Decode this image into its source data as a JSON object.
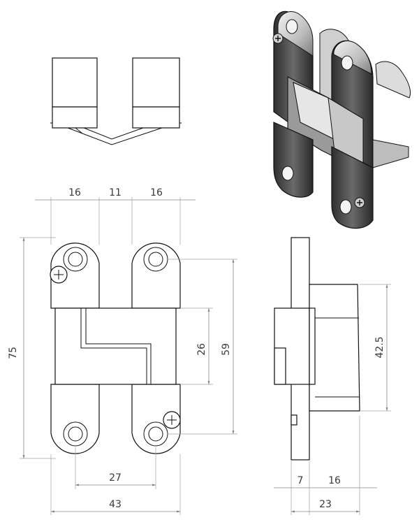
{
  "views": {
    "top": "top-view",
    "iso": "isometric-view",
    "front": "front-view",
    "side": "side-view"
  },
  "dimensions": {
    "top_left_width": "16",
    "top_middle_gap": "11",
    "top_right_width": "16",
    "overall_height": "75",
    "hole_spacing_vertical": "59",
    "body_height": "26",
    "hole_spacing_horizontal": "27",
    "overall_width": "43",
    "side_body_height": "42.5",
    "side_plate_thickness": "7",
    "side_body_depth": "16",
    "side_overall_depth": "23"
  },
  "colors": {
    "line": "#111111",
    "dimension_line": "#8a8a8a",
    "metal_dark": "#3b3b3b",
    "metal_light": "#d8d8d8"
  }
}
